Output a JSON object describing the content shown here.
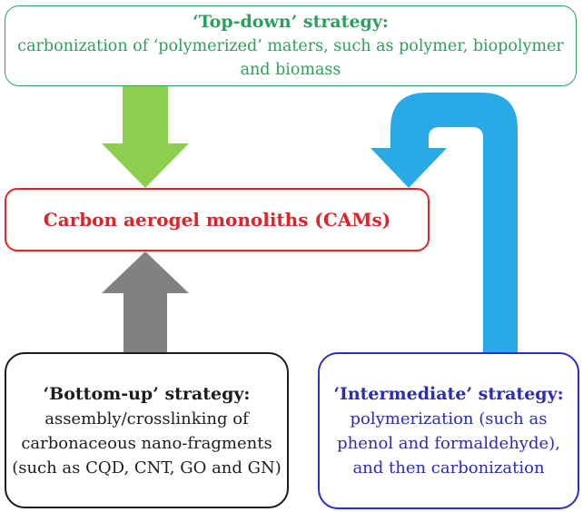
{
  "diagram": {
    "top_box": {
      "title": "‘Top-down’ strategy:",
      "lines": [
        "carbonization of ‘polymerized’ maters, such as polymer, biopolymer",
        "and biomass"
      ]
    },
    "center_box": {
      "label": "Carbon aerogel monoliths (CAMs)"
    },
    "bottom_left_box": {
      "title": "‘Bottom-up’ strategy:",
      "lines": [
        "assembly/crosslinking of",
        "carbonaceous nano-fragments",
        "(such as CQD, CNT, GO and GN)"
      ]
    },
    "bottom_right_box": {
      "title": "‘Intermediate’ strategy:",
      "lines": [
        "polymerization (such as",
        "phenol and formaldehyde),",
        "and then carbonization"
      ]
    },
    "arrows": {
      "top_down": "green arrow from top box down to CAMs box",
      "bottom_up": "gray arrow from bottom-up box up to CAMs box",
      "intermediate": "blue hook arrow from intermediate box up and over, down to CAMs box"
    }
  },
  "colors": {
    "top_box_green": "#2e9e5c",
    "center_box_red": "#e32528",
    "bottom_left_black": "#1b1b1b",
    "bottom_right_blue": "#2d2dc9",
    "top_down_arrow": "#8dce4e",
    "bottom_up_arrow": "#818181",
    "intermediate_arrow": "#29a9e6"
  }
}
